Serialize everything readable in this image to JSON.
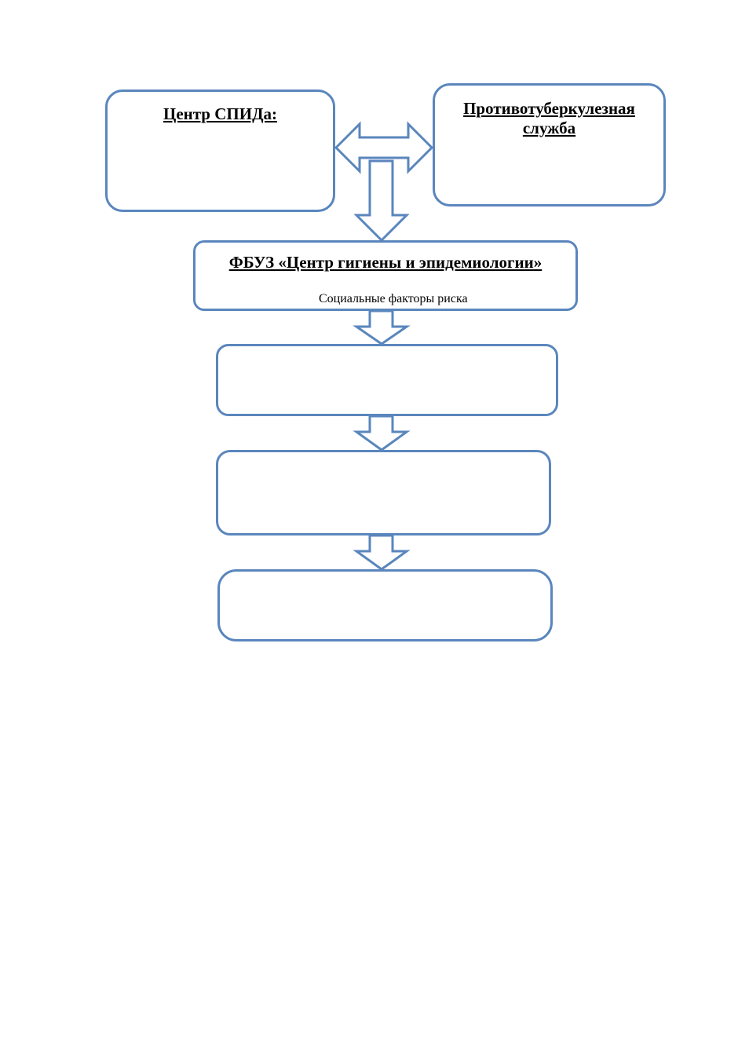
{
  "diagram": {
    "stroke_color": "#5a86bd",
    "nodes": {
      "aids_center": {
        "title": "Центр СПИДа:"
      },
      "tb_service": {
        "title": "Противотуберкулезная\nслужба"
      },
      "hygiene_center": {
        "title": "ФБУЗ «Центр гигиены и эпидемиологии»",
        "subtitle": "Социальные факторы риска"
      },
      "step_1": {
        "title": ""
      },
      "step_2": {
        "title": ""
      },
      "step_3": {
        "title": ""
      }
    },
    "edges": [
      {
        "from": "aids_center",
        "to": "tb_service",
        "type": "bidirectional"
      },
      {
        "from": "aids_center_tb_service_link",
        "to": "hygiene_center",
        "type": "down"
      },
      {
        "from": "hygiene_center",
        "to": "step_1",
        "type": "down"
      },
      {
        "from": "step_1",
        "to": "step_2",
        "type": "down"
      },
      {
        "from": "step_2",
        "to": "step_3",
        "type": "down"
      }
    ]
  }
}
